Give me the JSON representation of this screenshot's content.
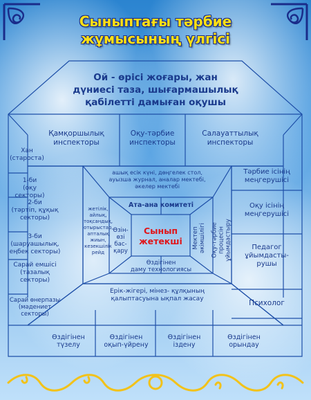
{
  "title": {
    "line1": "Сыныптағы тәрбие",
    "line2": "жұмысының үлгісі"
  },
  "goal": {
    "line1": "Ой - өрісі жоғары, жан",
    "line2": "дүниесі таза, шығармашылық",
    "line3": "қабілетті дамыған оқушы"
  },
  "inspectors": {
    "left": {
      "line1": "Қамқоршылық",
      "line2": "инспекторы"
    },
    "center": {
      "line1": "Оқу-тәрбие",
      "line2": "инспекторы"
    },
    "right": {
      "line1": "Салауаттылық",
      "line2": "инспекторы"
    }
  },
  "left_column": {
    "khan": {
      "line1": "Хан",
      "line2": "(староста)"
    },
    "bi1": {
      "line1": "1-би",
      "line2": "(оқу секторы)"
    },
    "bi2": {
      "line1": "2-би",
      "line2": "(тәртіп, құқық",
      "line3": "секторы)"
    },
    "bi3": {
      "line1": "3-би",
      "line2": "(шаруашылық,",
      "line3": "еңбек секторы)"
    },
    "saray_emshi": {
      "line1": "Сарай емшісі",
      "line2": "(тазалық",
      "line3": "секторы)"
    },
    "saray_oner": {
      "line1": "Сарай өнерпазы",
      "line2": "(мәдениет",
      "line3": "секторы)"
    }
  },
  "right_column": {
    "tarbie_head": {
      "line1": "Тәрбие ісінің",
      "line2": "меңгерушісі"
    },
    "oku_head": {
      "line1": "Оқу ісінің",
      "line2": "меңгерушісі"
    },
    "pedagog": {
      "line1": "Педагог",
      "line2": "ұйымдасты-",
      "line3": "рушы"
    },
    "psychologist": "Психолог"
  },
  "inner": {
    "open_door": {
      "line1": "ашық есік күні, дөңгелек стол,",
      "line2": "ауызша журнал, аналар мектебі,",
      "line3": "әкелер мектебі"
    },
    "activities": {
      "line1": "жетілік,",
      "line2": "айлық,",
      "line3": "тоқсандық,",
      "line4": "отырыстар,",
      "line5": "апталық",
      "line6": "жиын,",
      "line7": "кезекшілік",
      "line8": "рейд"
    },
    "parents": "Ата-ана комитеті",
    "self_gov": {
      "line1": "Өзін-",
      "line2": "өзі",
      "line3": "бас-",
      "line4": "қару"
    },
    "leader": {
      "line1": "Сынып",
      "line2": "жетекші"
    },
    "admin": {
      "line1": "Мектеп",
      "line2": "әкімшілігі"
    },
    "process": {
      "line1": "Оқу-тәрбие",
      "line2": "процесін",
      "line3": "ұйымдастыру"
    },
    "tech": {
      "line1": "Өздігінен",
      "line2": "даму технологиясы"
    },
    "willpower": {
      "line1": "Ерік-жігері, мінез- құлқының",
      "line2": "қалыптасуына ықпал жасау"
    }
  },
  "bottom": {
    "b1": {
      "line1": "Өздігінен",
      "line2": "түзелу"
    },
    "b2": {
      "line1": "Өздігінен",
      "line2": "оқып-үйрену"
    },
    "b3": {
      "line1": "Өздігінен",
      "line2": "іздену"
    },
    "b4": {
      "line1": "Өздігінен",
      "line2": "орындау"
    }
  },
  "colors": {
    "line": "#1e4fa8",
    "text": "#1a3a8c",
    "title": "#ffe014",
    "core": "#e0161b",
    "ornament": "#f2c21a"
  }
}
